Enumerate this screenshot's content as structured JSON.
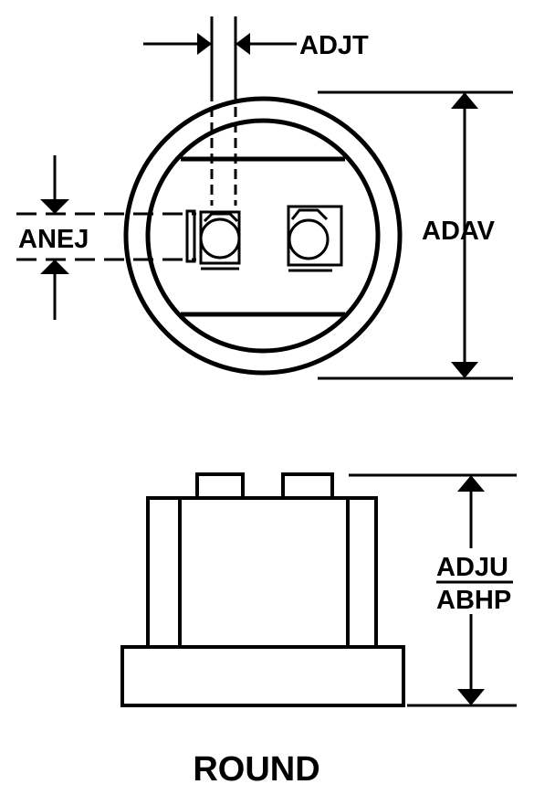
{
  "dimensions": {
    "adjt": "ADJT",
    "anej": "ANEJ",
    "adav": "ADAV",
    "adju": "ADJU",
    "abhp": "ABHP"
  },
  "caption": "ROUND",
  "colors": {
    "ink": "#000000",
    "background": "#ffffff"
  }
}
